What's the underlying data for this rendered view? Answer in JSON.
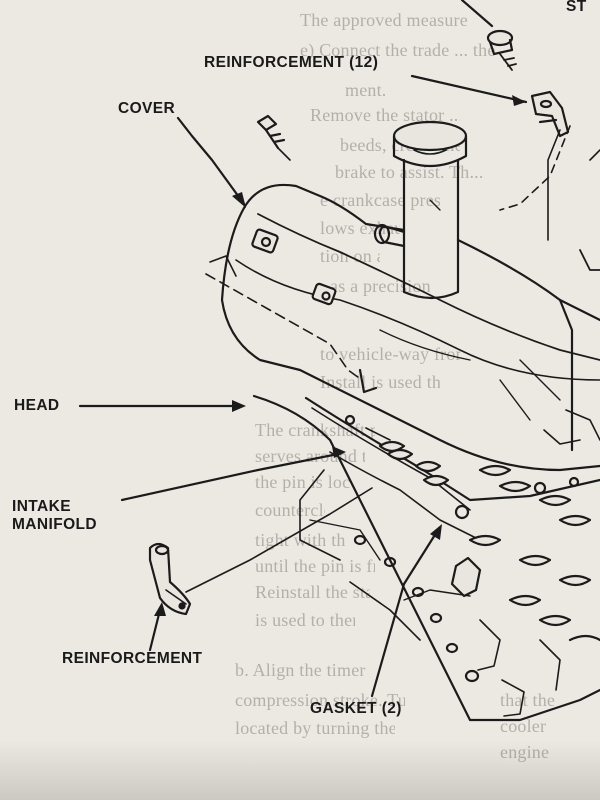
{
  "labels": {
    "st_partial": "ST",
    "reinforcement_12": "REINFORCEMENT (12)",
    "cover": "COVER",
    "head": "HEAD",
    "intake_manifold": "INTAKE\nMANIFOLD",
    "reinforcement": "REINFORCEMENT",
    "gasket_2": "GASKET (2)"
  },
  "background_text": {
    "lines": [
      "The approved measure",
      "e) Connect the trade ... the",
      "ment.",
      "Remove the stator ...",
      "beeds, create the sub...",
      "brake to assist. Th...",
      "e crankcase pressure...",
      "lows exhaust is a coo...",
      "tion on a shaft nut...",
      "as a precision area",
      "to vehicle-way from",
      "Install is used the p",
      "The crankshaft pulley",
      "serves around the pulley",
      "the pin is located at 90 deg",
      "counterclockwise. Tur",
      "tight with the number",
      "until the pin is from the",
      "Reinstall the stator as",
      "is used to then  s",
      "b.  Align the  timer",
      "compression stroke. Turn",
      "located by turning the fly",
      "that the",
      "cooler",
      "engine"
    ]
  },
  "colors": {
    "paper": "#ece9e3",
    "ink": "#1a1a1a",
    "bleed_text": "#b3b0aa"
  }
}
